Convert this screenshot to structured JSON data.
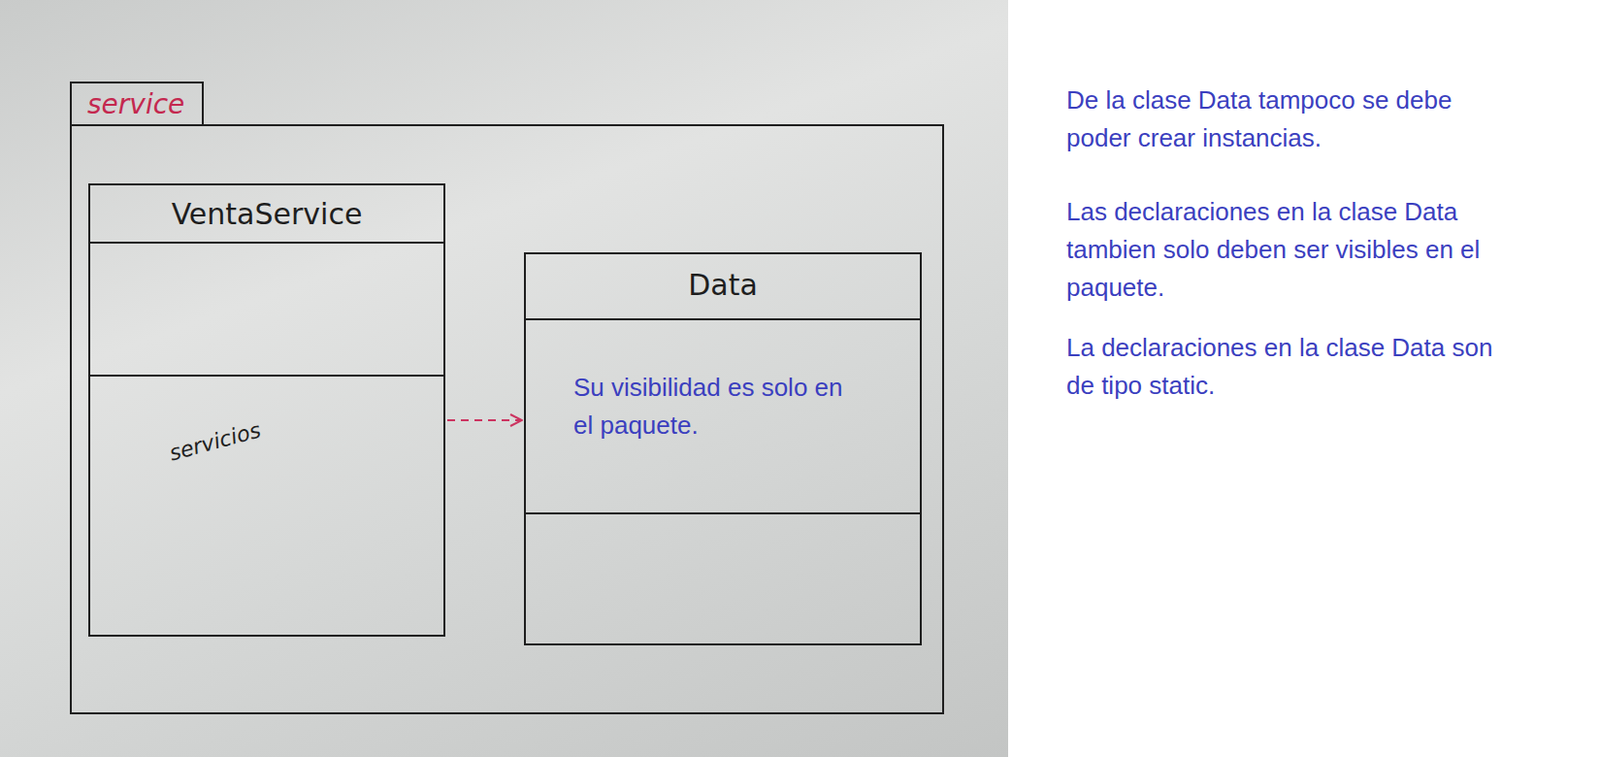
{
  "diagram": {
    "nodes": [
      {
        "text": [
          "service"
        ]
      },
      {
        "text": [
          "VentaService",
          "servicios"
        ],
        "in": 0
      },
      {
        "text": [
          "Data",
          "Su visibilidad es solo en el paquete."
        ],
        "in": 0
      }
    ],
    "edges": [
      {
        "from": 1,
        "to": 2,
        "arrow": "to"
      }
    ],
    "labels": [
      "De la clase Data tampoco se debe poder crear instancias.",
      "Las declaraciones en la clase Data tambien solo deben ser visibles en el paquete.",
      "La declaraciones en la clase Data son de tipo static."
    ]
  }
}
